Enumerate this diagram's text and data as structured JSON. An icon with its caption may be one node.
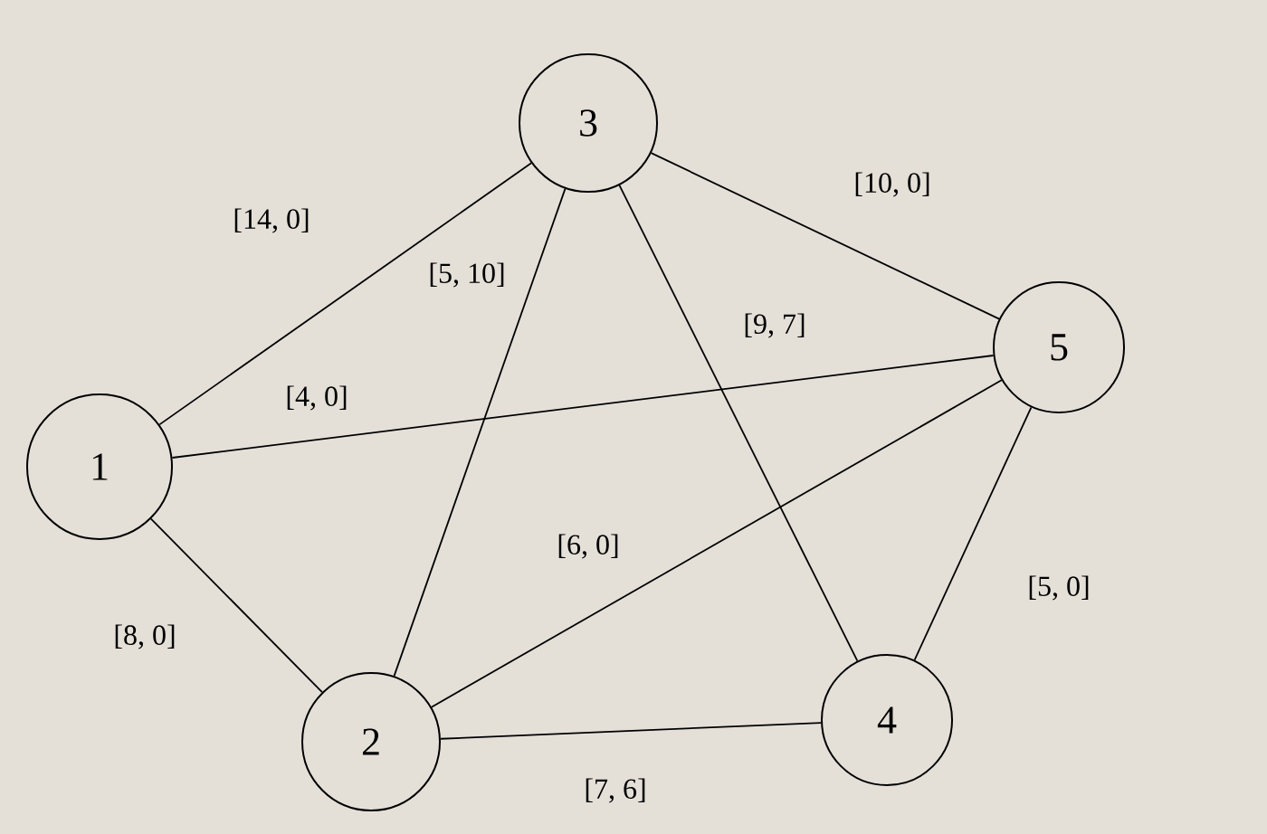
{
  "diagram": {
    "nodes": [
      {
        "text": [
          "1"
        ]
      },
      {
        "text": [
          "2"
        ]
      },
      {
        "text": [
          "3"
        ]
      },
      {
        "text": [
          "4"
        ]
      },
      {
        "text": [
          "5"
        ]
      }
    ],
    "edges": [
      {
        "from": 0,
        "to": 2,
        "arrow": "none",
        "label": "[14, 0]"
      },
      {
        "from": 2,
        "to": 1,
        "arrow": "none",
        "label": "[5, 10]"
      },
      {
        "from": 2,
        "to": 3,
        "arrow": "none",
        "label": "[9, 7]"
      },
      {
        "from": 2,
        "to": 4,
        "arrow": "none",
        "label": "[10, 0]"
      },
      {
        "from": 0,
        "to": 4,
        "arrow": "none",
        "label": "[4, 0]"
      },
      {
        "from": 0,
        "to": 1,
        "arrow": "none",
        "label": "[8, 0]"
      },
      {
        "from": 1,
        "to": 4,
        "arrow": "none",
        "label": "[6, 0]"
      },
      {
        "from": 4,
        "to": 3,
        "arrow": "none",
        "label": "[5, 0]"
      },
      {
        "from": 1,
        "to": 3,
        "arrow": "none",
        "label": "[7, 6]"
      }
    ]
  }
}
